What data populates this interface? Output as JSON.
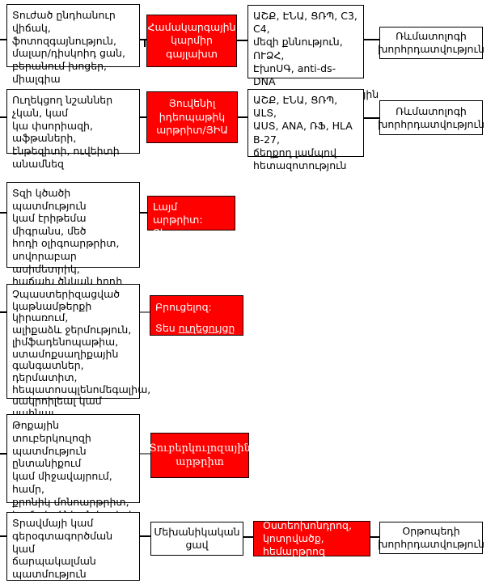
{
  "colors": {
    "box_red": "#FF0000",
    "border": "#000000",
    "text_on_red": "#FFFFFF"
  },
  "rows": {
    "r1": {
      "left": "Տուժած ընդհանուր վիճակ,\nֆոտոզգայնություն,\nմալար/դիսկոիդ ցան,\nբերանում խոցեր, միալգիա",
      "diagnosis": "Համակարգային\nկարմիր գայլախտ",
      "tests": "ԱՇՔ, ԷՆԱ, ՑՌՊ, C3, C4,\nմեզի քննություն, ՈՒՁՀ,\nԷխոՍԳ, anti-ds- DNA\nհակաֆոսֆոլիպիդային\nՀՄ, anti Sm ՀՄ, ANA",
      "consult": "Ռևմատոլոգի\nխորհրդատվություն"
    },
    "r2": {
      "left": "Ուղեկցող նշաններ չկան, կամ\nկա փսորիազի, աֆթաների,\nէնթեզիտի, ուվեիտի\nանամնեզ",
      "diagnosis": "Յուվենիլ\nիդեոպաթիկ\nարթրիտ/ՅԻԱ",
      "tests": "ԱՇՔ, ԷՆԱ, ՑՌՊ, ԱԼՏ,\nԱՍՏ, ANA, ՌՖ, HLA B-27,\nճեղքող լամպով\nհետազոտություն",
      "consult": "Ռևմատոլոգի\nխորհրդատվություն"
    },
    "r3": {
      "left": "Տզի կծածի պատմություն\nկամ էրիթեմա միգրանս, մեծ\nհոդի օլիգոարթրիտ,\nսովորաբար ասիմետրիկ,\nհաճախ ծնկան հոդի\nընդգրկումով",
      "diagnosis_line1": "Լայմ արթրիտ:",
      "diagnosis_line2_prefix": "Տես ",
      "diagnosis_link": "ուղեցույցը"
    },
    "r4": {
      "left": "Չպաստերիզացված\nկաթնամթերքի կիրառում,\nալիքաձև ջերմություն,\nլիմֆադենոպաթիա,\nստամոքսաղիքային\nգանգատներ, դերմատիտ,\nհեպատոսպլենոմեգալիա,\nսակրոիլեալ կամ սպինալ\nհեղերի ախտահարում",
      "diagnosis_line1": "Բրուցելոզ:",
      "diagnosis_line2_prefix": "Տես ",
      "diagnosis_link": "ուղեցույցը"
    },
    "r5": {
      "left": "Թոքային տուբերկուլոզի\nպատմություն ընտանիքում\nկամ միջավայրում, համր,\nքրոնիկ մոնոարթրիտ,\nհաճախ ծնկան հոդերի կամ\nդաստակի",
      "diagnosis": "Տուբերկուլոզային\nարթրիտ"
    },
    "r6": {
      "left": "Տրավմայի կամ\nգերօգտագործման կամ\nճարպակալման\nպատմություն",
      "mid": "Մեխանիկական\nցավ",
      "diagnosis": "Օստեոխոնդրոզ,\nկոտրվածք, հեմարթրոզ",
      "consult": "Օրթոպեդի\nխորհրդատվություն"
    }
  }
}
